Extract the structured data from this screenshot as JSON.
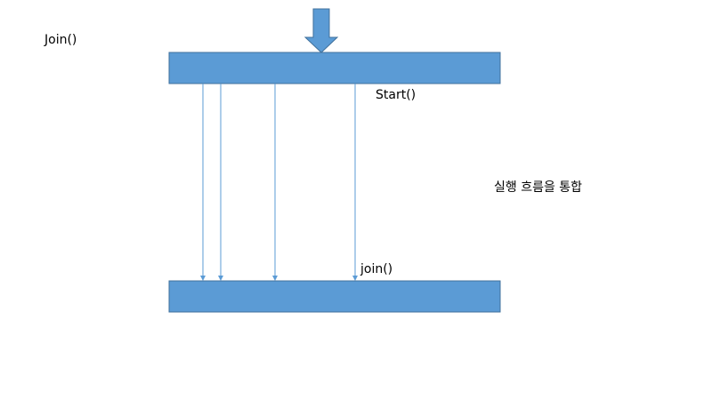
{
  "title": "Join()",
  "start_label": "Start()",
  "join_label": "join()",
  "side_note": "실행 흐름을 통합",
  "colors": {
    "bar_fill": "#5B9BD5",
    "bar_stroke": "#41719C",
    "thread_line": "#5B9BD5"
  },
  "thread_count": 4
}
